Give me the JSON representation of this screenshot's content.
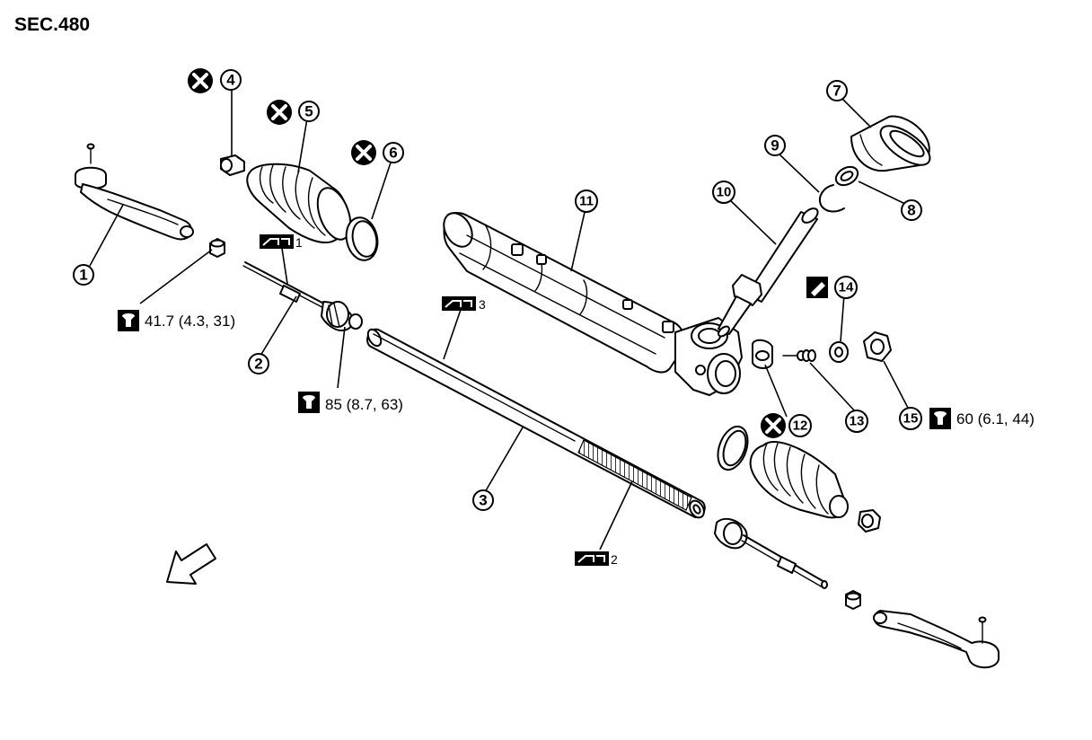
{
  "section_label": "SEC.480",
  "callouts": [
    "1",
    "2",
    "3",
    "4",
    "5",
    "6",
    "7",
    "8",
    "9",
    "10",
    "11",
    "12",
    "13",
    "14",
    "15"
  ],
  "torque_specs": {
    "tie_rod_end_nut": "41.7 (4.3, 31)",
    "inner_socket": "85 (8.7, 63)",
    "adjusting_screw_lock_nut": "60 (6.1, 44)"
  },
  "grease_points": [
    "1",
    "2",
    "3"
  ],
  "symbols": {
    "no_reuse": "no-reuse-x-icon",
    "torque": "torque-wrench-icon",
    "grease": "grease-icon",
    "sealant": "sealant-icon",
    "front_arrow": "vehicle-front-arrow-icon"
  }
}
